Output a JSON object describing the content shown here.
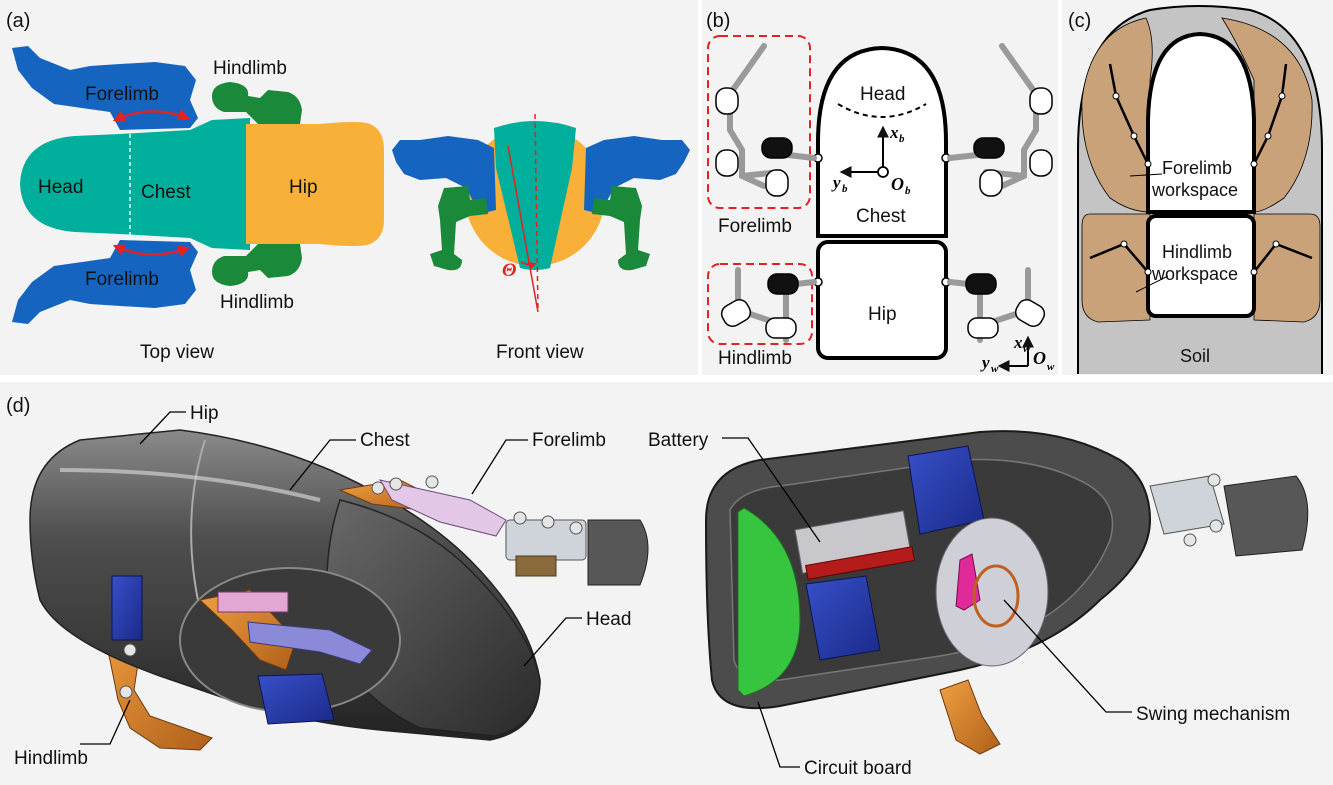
{
  "panel_a": {
    "tag": "(a)",
    "forelimb_top": "Forelimb",
    "forelimb_bottom": "Forelimb",
    "hindlimb_top": "Hindlimb",
    "hindlimb_bottom": "Hindlimb",
    "head": "Head",
    "chest": "Chest",
    "hip": "Hip",
    "theta": "Θ",
    "top_view": "Top view",
    "front_view": "Front view"
  },
  "panel_b": {
    "tag": "(b)",
    "head": "Head",
    "chest": "Chest",
    "hip": "Hip",
    "forelimb": "Forelimb",
    "hindlimb": "Hindlimb",
    "xb": "x",
    "xb_sub": "b",
    "yb": "y",
    "yb_sub": "b",
    "ob": "O",
    "ob_sub": "b",
    "xw": "x",
    "xw_sub": "w",
    "yw": "y",
    "yw_sub": "w",
    "ow": "O",
    "ow_sub": "w"
  },
  "panel_c": {
    "tag": "(c)",
    "forelimb_ws_1": "Forelimb",
    "forelimb_ws_2": "workspace",
    "hindlimb_ws_1": "Hindlimb",
    "hindlimb_ws_2": "workspace",
    "soil": "Soil"
  },
  "panel_d": {
    "tag": "(d)",
    "hip": "Hip",
    "chest": "Chest",
    "forelimb": "Forelimb",
    "head": "Head",
    "hindlimb": "Hindlimb",
    "battery": "Battery",
    "swing": "Swing mechanism",
    "circuit": "Circuit board"
  },
  "colors": {
    "forelimb_blue": "#1565c0",
    "body_teal": "#00ae9c",
    "hip_orange": "#f9b039",
    "hindlimb_green": "#1a8a3a",
    "red_accent": "#e32222",
    "workspace_tan": "#c9a27a",
    "soil_gray": "#c4c4c4"
  }
}
